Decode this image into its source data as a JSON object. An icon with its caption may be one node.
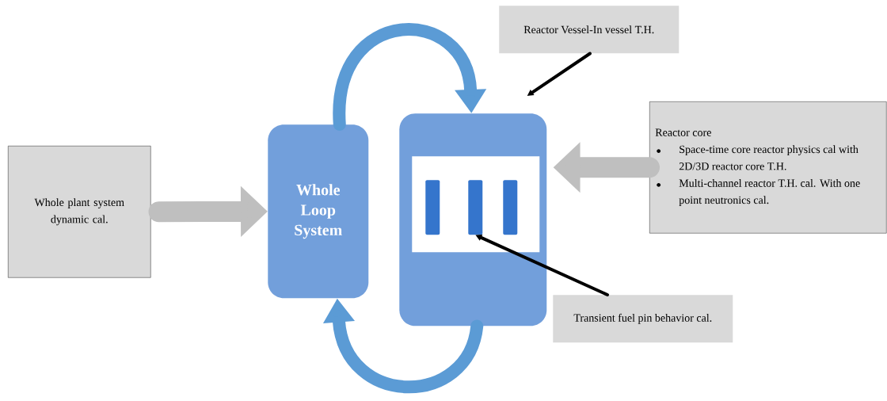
{
  "diagram": {
    "nodes": [
      {
        "text": [
          "Whole plant system dynamic cal."
        ]
      },
      {
        "text": [
          "Whole Loop System"
        ]
      },
      {
        "text": [],
        "shape": "box"
      },
      {
        "text": [],
        "shape": "box",
        "in": 2
      },
      {
        "text": [],
        "shape": "bar",
        "in": 3
      },
      {
        "text": [],
        "shape": "bar",
        "in": 3
      },
      {
        "text": [],
        "shape": "bar",
        "in": 3
      },
      {
        "text": [
          "Reactor Vessel-In vessel T.H."
        ]
      },
      {
        "text": [
          "Reactor core",
          "Space-time core reactor physics cal with 2D/3D reactor core T.H.",
          "Multi-channel reactor T.H. cal. With one point neutronics cal."
        ]
      },
      {
        "text": [
          "Transient fuel pin behavior cal."
        ]
      }
    ],
    "edges": [
      {
        "from": 0,
        "to": 1,
        "arrow": "to",
        "color": "#bfbfbf"
      },
      {
        "from": 1,
        "to": 2,
        "arrow": "to",
        "color": "#5b9bd5"
      },
      {
        "from": 2,
        "to": 1,
        "arrow": "to",
        "color": "#5b9bd5"
      },
      {
        "from": 8,
        "to": 2,
        "arrow": "to",
        "color": "#bfbfbf"
      },
      {
        "from": 7,
        "to": 2,
        "arrow": "to",
        "color": "#000000"
      },
      {
        "from": 9,
        "to": 5,
        "arrow": "to",
        "color": "#000000"
      }
    ]
  }
}
